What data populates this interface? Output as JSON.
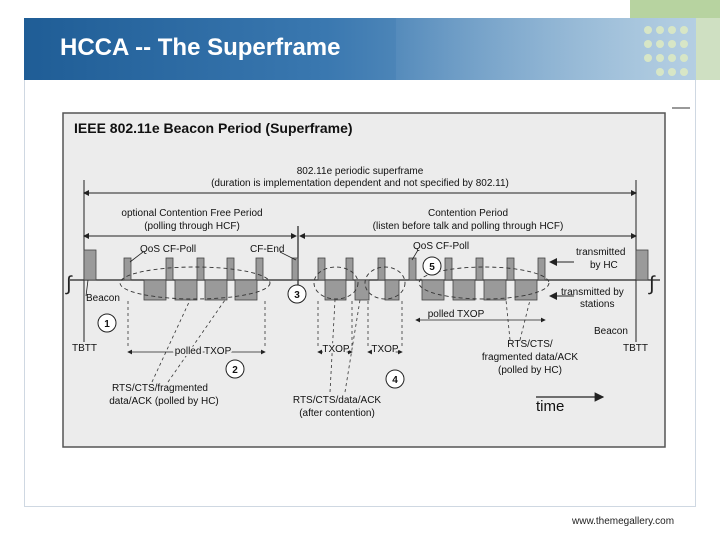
{
  "slide": {
    "title": "HCCA -- The Superframe",
    "footer": "www.themegallery.com"
  },
  "diagram": {
    "heading": "IEEE 802.11e Beacon Period (Superframe)",
    "superframe_line1": "802.11e periodic superframe",
    "superframe_line2": "(duration is implementation dependent and not specified by 802.11)",
    "cfp_line1": "optional Contention Free Period",
    "cfp_line2": "(polling through HCF)",
    "cp_line1": "Contention Period",
    "cp_line2": "(listen before talk and polling through HCF)",
    "qos_cf_poll_1": "QoS CF-Poll",
    "cf_end": "CF-End",
    "qos_cf_poll_2": "QoS CF-Poll",
    "transmitted_by_hc_1": "transmitted",
    "transmitted_by_hc_2": "by HC",
    "transmitted_by_stations_1": "transmitted by",
    "transmitted_by_stations_2": "stations",
    "beacon_left": "Beacon",
    "beacon_right": "Beacon",
    "tbtt_left": "TBTT",
    "tbtt_right": "TBTT",
    "polled_txop_1": "polled TXOP",
    "polled_txop_2": "polled TXOP",
    "txop_1": "TXOP",
    "txop_2": "TXOP",
    "rts_left_1": "RTS/CTS/fragmented",
    "rts_left_2": "data/ACK (polled by HC)",
    "rts_mid_1": "RTS/CTS/data/ACK",
    "rts_mid_2": "(after contention)",
    "rts_right_1": "RTS/CTS/",
    "rts_right_2": "fragmented data/ACK",
    "rts_right_3": "(polled by HC)",
    "time_label": "time",
    "markers": [
      "1",
      "2",
      "3",
      "4",
      "5"
    ]
  }
}
